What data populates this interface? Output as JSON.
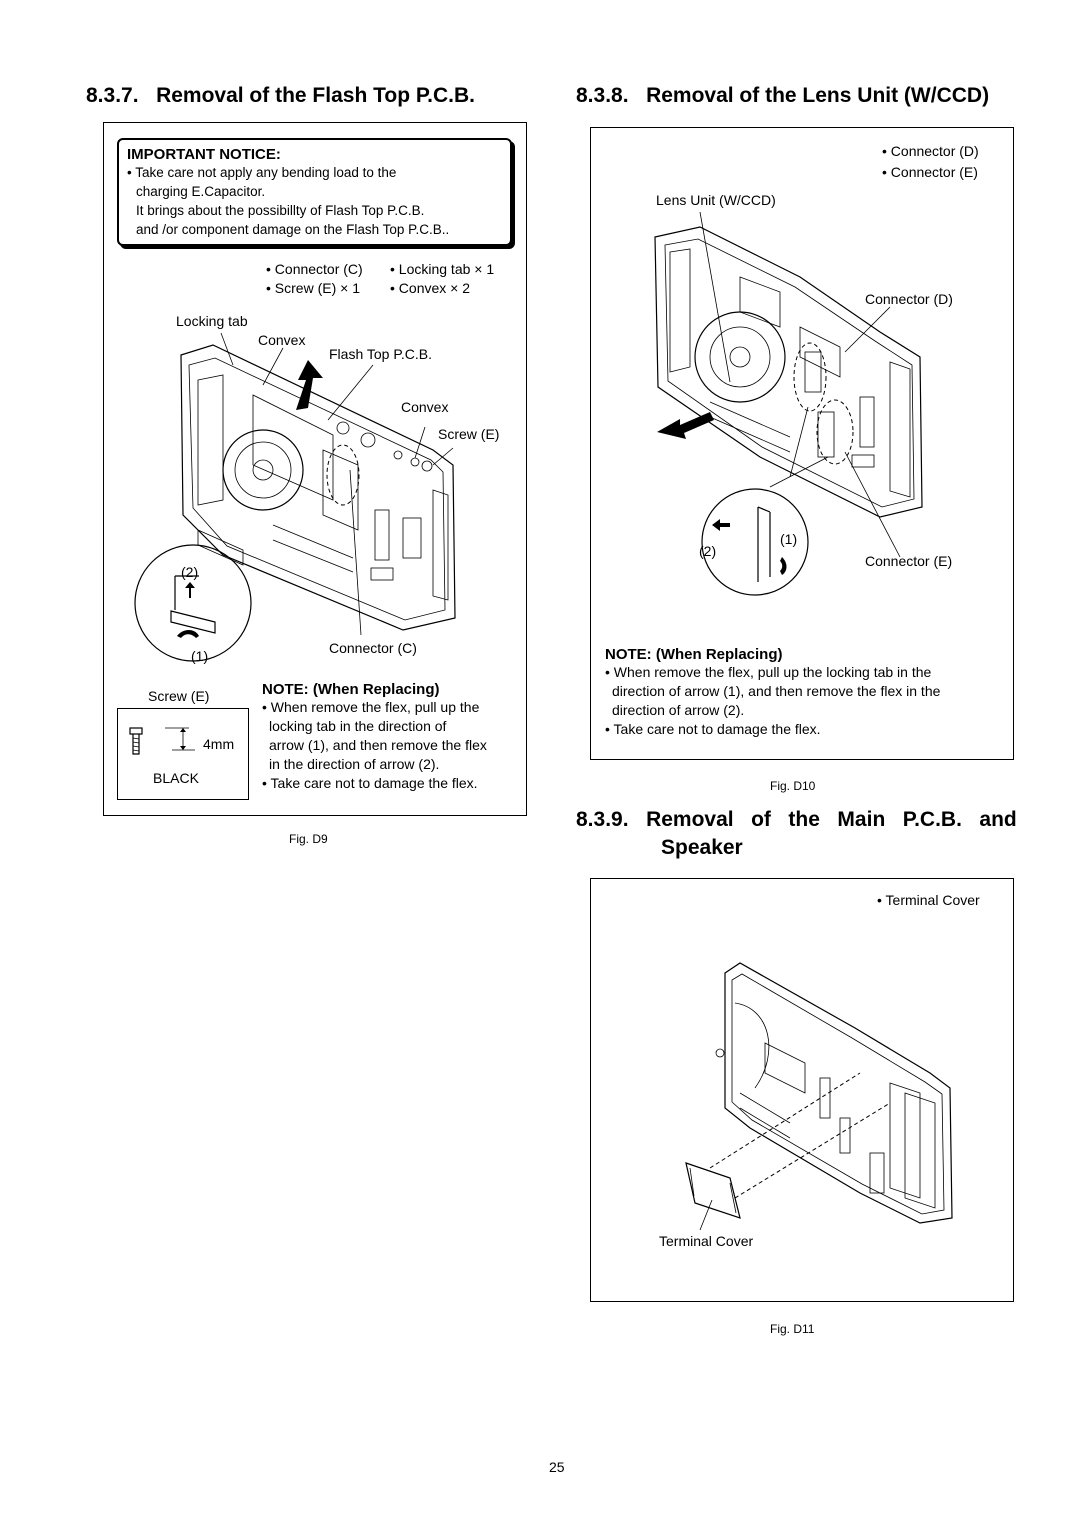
{
  "sections": {
    "s837": {
      "num": "8.3.7.",
      "title": "Removal of the Flash Top P.C.B."
    },
    "s838": {
      "num": "8.3.8.",
      "title": "Removal of the Lens Unit (W/CCD)"
    },
    "s839": {
      "num": "8.3.9.",
      "title_line1": "Removal   of   the   Main   P.C.B.   and",
      "title_line2": "Speaker"
    }
  },
  "fig_d9": {
    "notice_title": "IMPORTANT NOTICE:",
    "notice_lines": [
      "• Take care not apply any bending load to the",
      "charging E.Capacitor.",
      "It brings about the possibillty of Flash Top P.C.B.",
      "and /or component damage on the Flash Top P.C.B.."
    ],
    "parts": [
      "• Connector (C)",
      "• Locking tab × 1",
      "• Screw (E) × 1",
      "• Convex × 2"
    ],
    "callouts": {
      "locking_tab": "Locking tab",
      "convex1": "Convex",
      "flash_top_pcb": "Flash Top P.C.B.",
      "convex2": "Convex",
      "screw_e": "Screw (E)",
      "connector_c": "Connector (C)",
      "arrow2": "(2)",
      "arrow1": "(1)"
    },
    "screw_label": "Screw (E)",
    "screw_size": "4mm",
    "screw_color": "BLACK",
    "note_title": "NOTE: (When Replacing)",
    "note_lines": [
      "• When remove the flex, pull up the",
      "locking tab in the direction of",
      "arrow (1), and then remove the flex",
      "in the direction of arrow (2).",
      "• Take care not to damage the flex."
    ],
    "caption": "Fig. D9"
  },
  "fig_d10": {
    "parts": [
      "• Connector (D)",
      "• Connector (E)"
    ],
    "callouts": {
      "lens_unit": "Lens Unit (W/CCD)",
      "connector_d": "Connector (D)",
      "connector_e": "Connector (E)",
      "arrow1": "(1)",
      "arrow2": "(2)"
    },
    "note_title": "NOTE: (When Replacing)",
    "note_lines": [
      "• When remove the flex, pull up the locking tab in the",
      "direction of arrow (1), and then remove the flex in the",
      "direction of arrow (2).",
      "• Take care not to damage the flex."
    ],
    "caption": "Fig. D10"
  },
  "fig_d11": {
    "parts": [
      "• Terminal Cover"
    ],
    "callouts": {
      "terminal_cover": "Terminal Cover"
    },
    "caption": "Fig. D11"
  },
  "page_number": "25"
}
